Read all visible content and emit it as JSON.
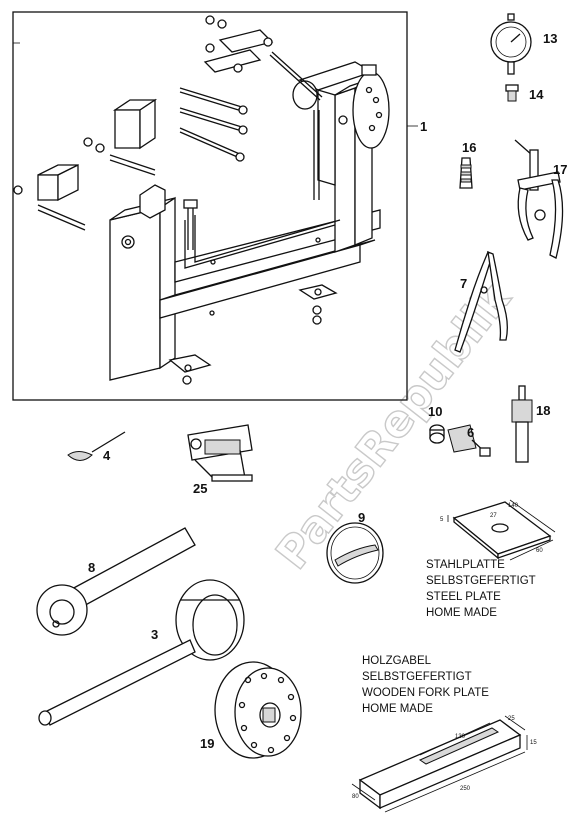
{
  "watermark": "PartsRepublik",
  "callouts": {
    "c1": "1",
    "c13": "13",
    "c14": "14",
    "c16": "16",
    "c17": "17",
    "c7": "7",
    "c10": "10",
    "c6": "6",
    "c18": "18",
    "c4": "4",
    "c25": "25",
    "c9": "9",
    "c8": "8",
    "c3": "3",
    "c19": "19"
  },
  "steel_plate": {
    "dim_length": "140",
    "dim_width": "60",
    "dim_thickness": "5",
    "dim_hole": "27",
    "lines": [
      "STAHLPLATTE",
      "SELBSTGEFERTIGT",
      "STEEL PLATE",
      "HOME MADE"
    ]
  },
  "wooden_fork_plate": {
    "dim_slot": "130",
    "dim_width": "25",
    "dim_height": "15",
    "dim_length": "250",
    "dim_depth": "80",
    "lines": [
      "HOLZGABEL",
      "SELBSTGEFERTIGT",
      "WOODEN FORK PLATE",
      "HOME MADE"
    ]
  }
}
